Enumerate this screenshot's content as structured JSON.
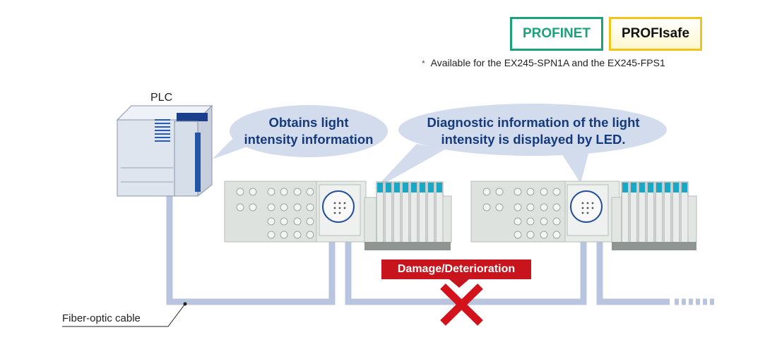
{
  "badges": {
    "profinet": "PROFINET",
    "profisafe": "PROFIsafe"
  },
  "note": {
    "asterisk": "*",
    "text": "Available for the EX245-SPN1A and the EX245-FPS1"
  },
  "plc_label": "PLC",
  "bubbles": {
    "left": {
      "line1": "Obtains light",
      "line2": "intensity information"
    },
    "right": {
      "line1": "Diagnostic information of the light",
      "line2": "intensity is displayed by LED."
    }
  },
  "damage_label": "Damage/Deterioration",
  "fiber_label": "Fiber-optic cable",
  "colors": {
    "cable": "#b9c5df",
    "bubble_fill": "#d3dced",
    "bubble_text": "#153b7e",
    "profinet_green": "#1aa37a",
    "profisafe_yellow": "#f0c419",
    "damage_red": "#c8151d",
    "cross_red": "#d4121b",
    "valve_teal": "#18a7c4"
  }
}
